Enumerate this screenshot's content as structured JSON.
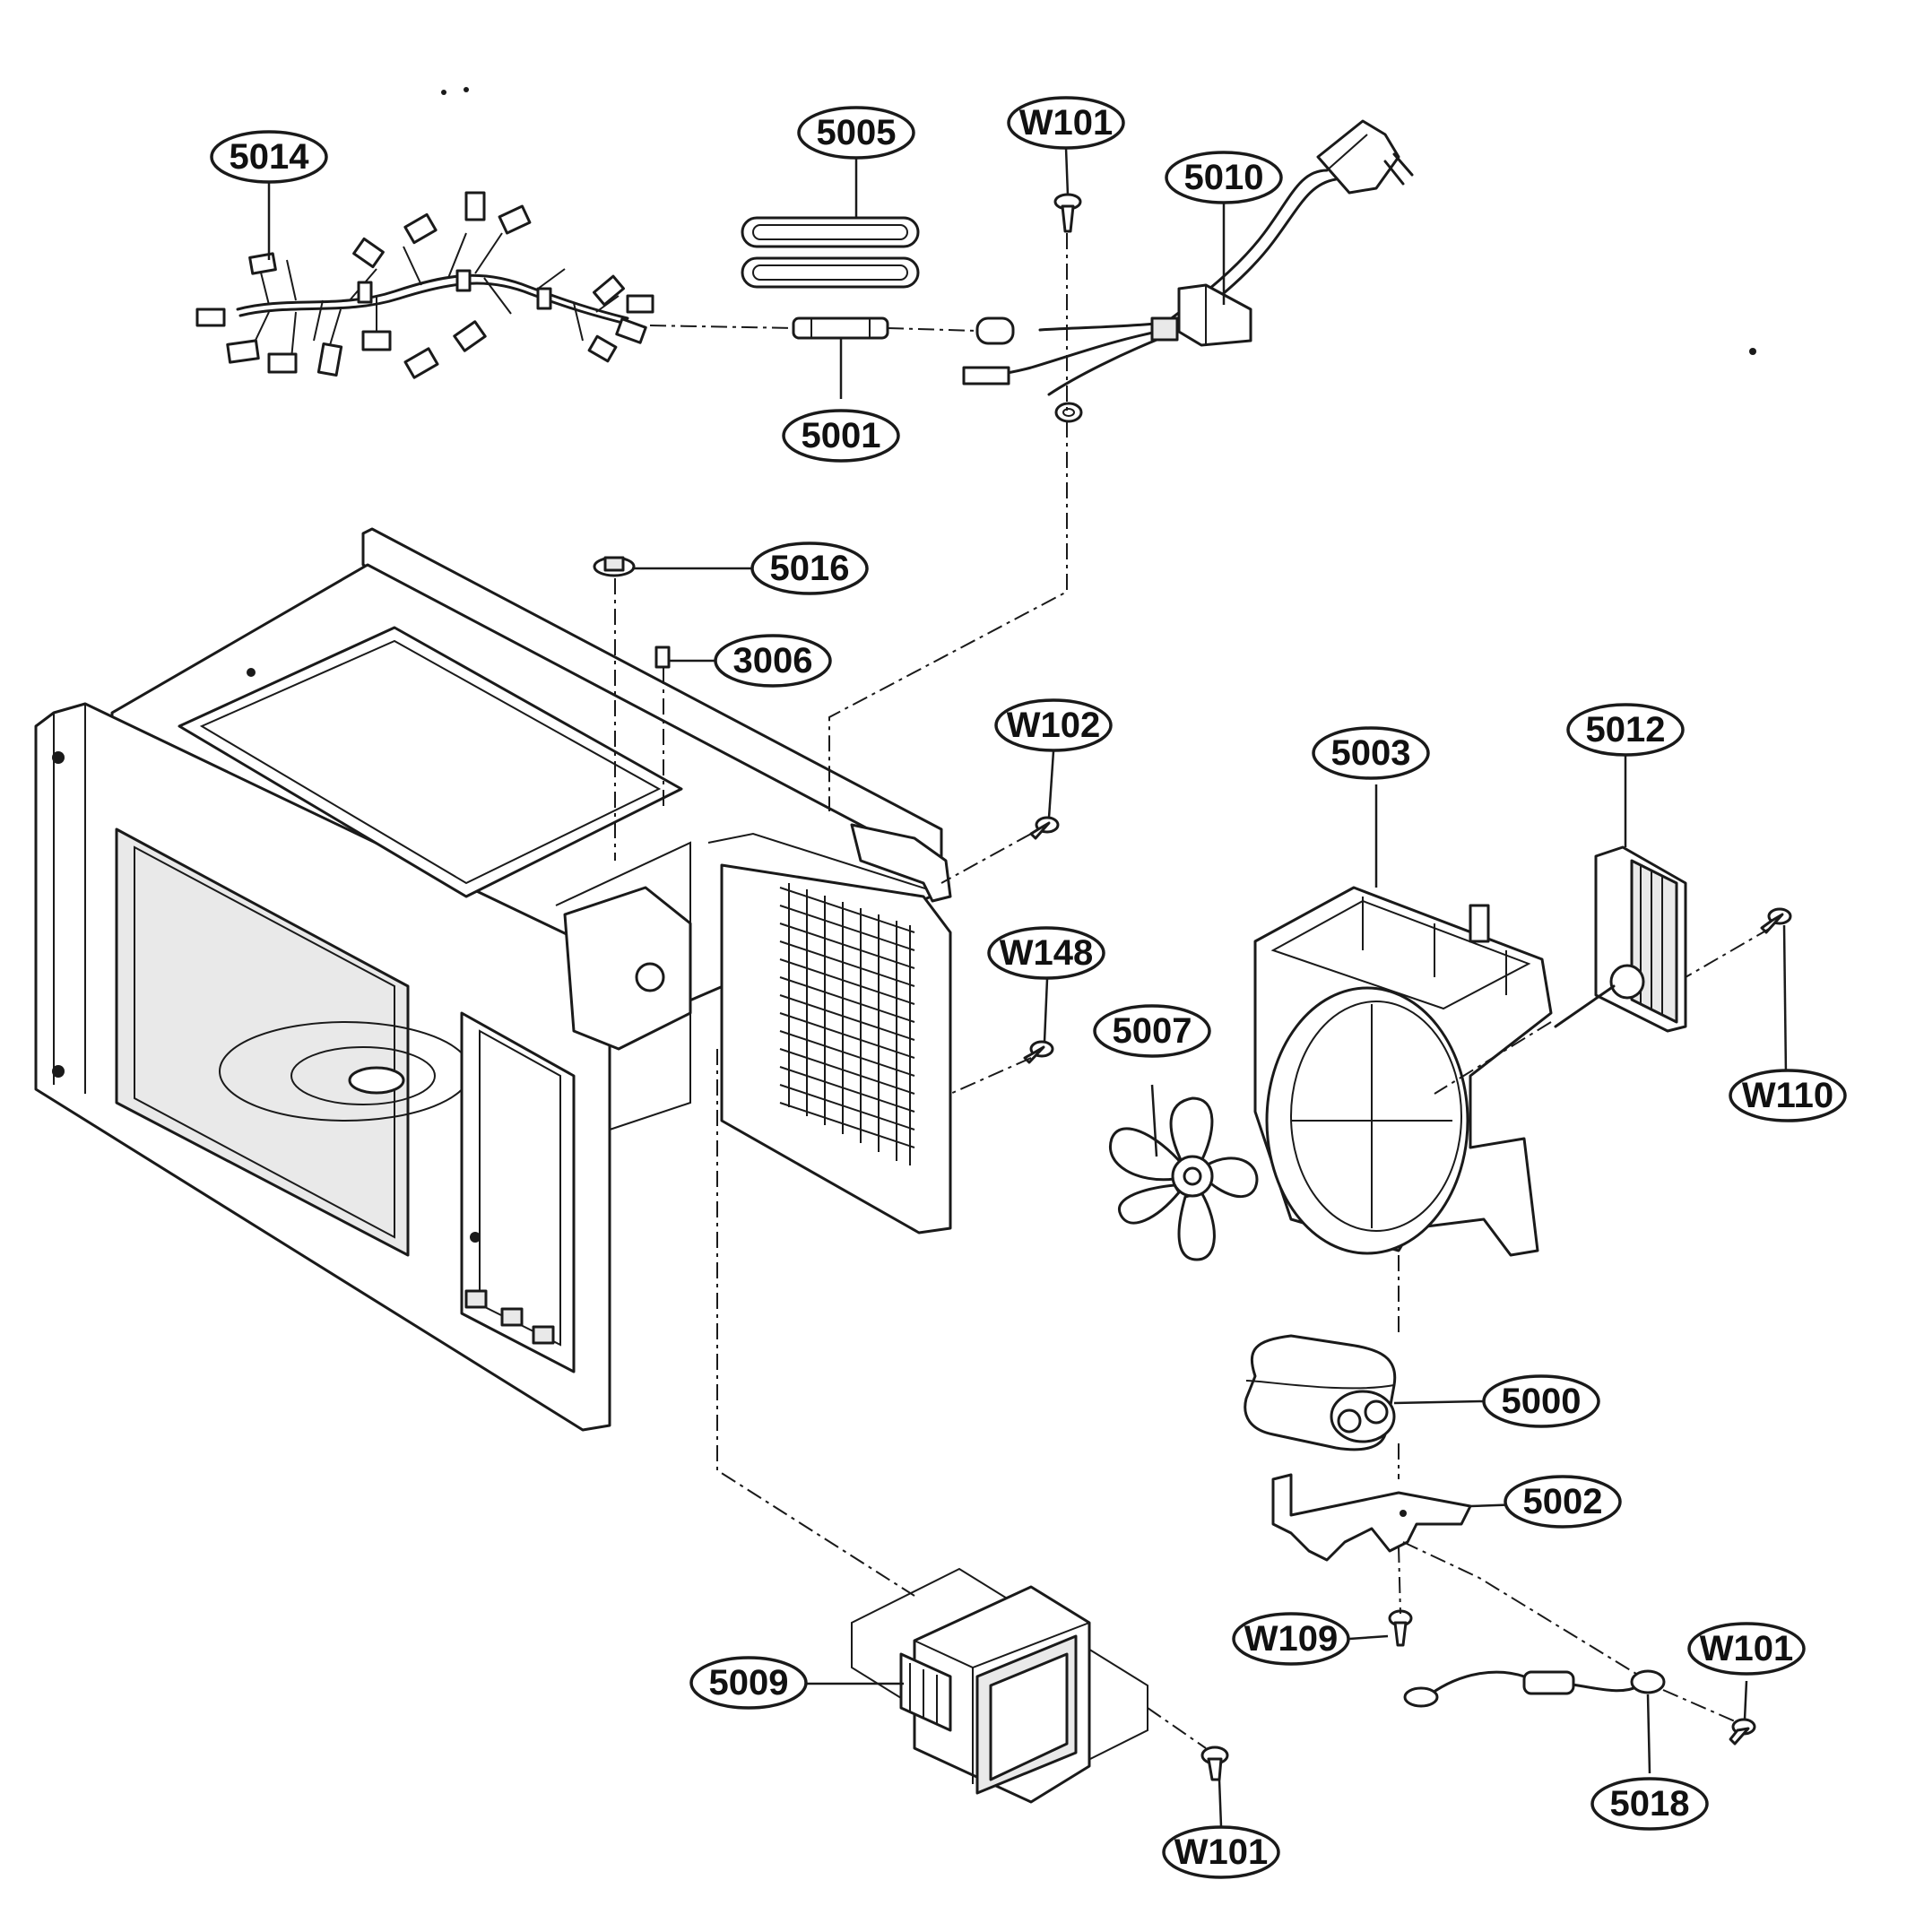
{
  "callouts": {
    "c5014": "5014",
    "c5005": "5005",
    "c5001": "5001",
    "cW101_top": "W101",
    "c5010": "5010",
    "c5016": "5016",
    "c3006": "3006",
    "cW102": "W102",
    "cW148": "W148",
    "c5003": "5003",
    "c5012": "5012",
    "c5007": "5007",
    "cW110": "W110",
    "c5000": "5000",
    "c5002": "5002",
    "cW109": "W109",
    "cW101_right": "W101",
    "c5009": "5009",
    "c5018": "5018",
    "cW101_bottom": "W101"
  }
}
